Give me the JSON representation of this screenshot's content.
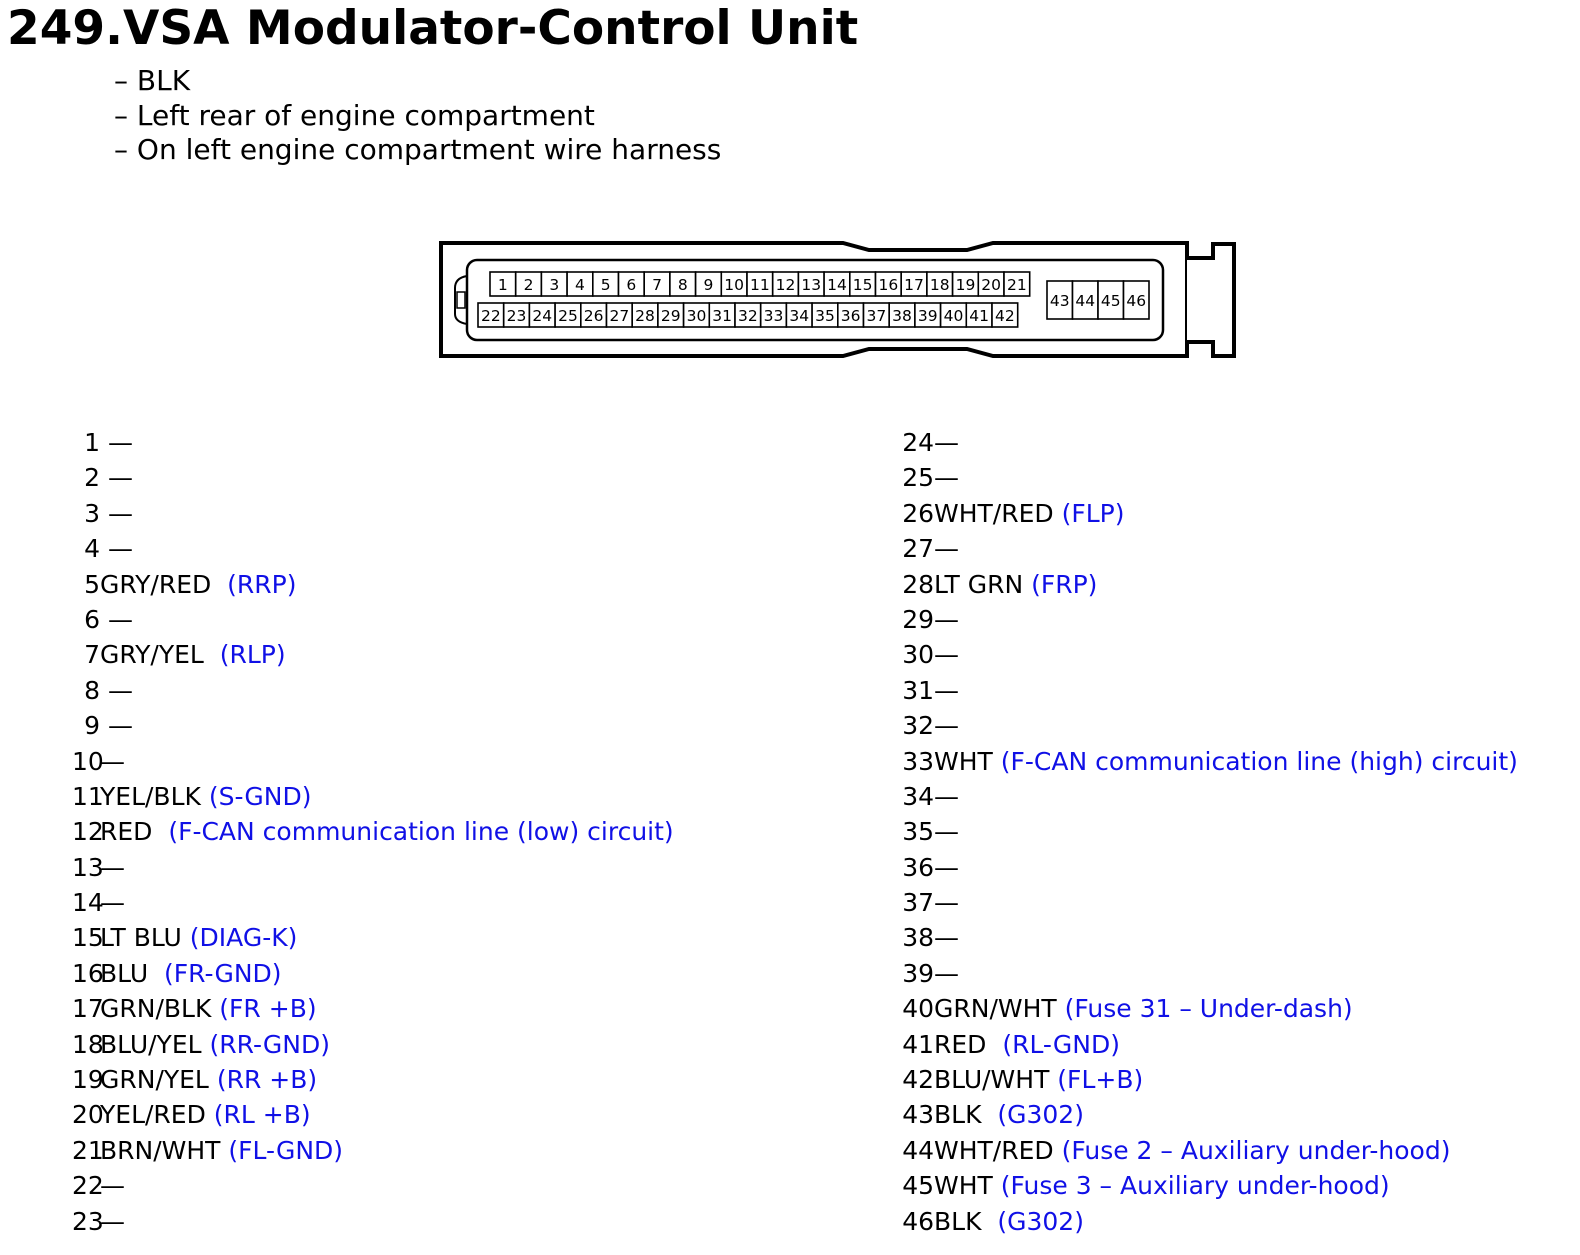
{
  "title": "249.VSA Modulator-Control Unit",
  "info": [
    "– BLK",
    "– Left rear of engine compartment",
    "– On left engine compartment wire harness"
  ],
  "colors": {
    "text": "#000000",
    "description": "#1010e6"
  },
  "connector": {
    "top_row": [
      "1",
      "2",
      "3",
      "4",
      "5",
      "6",
      "7",
      "8",
      "9",
      "10",
      "11",
      "12",
      "13",
      "14",
      "15",
      "16",
      "17",
      "18",
      "19",
      "20",
      "21"
    ],
    "bottom_row": [
      "22",
      "23",
      "24",
      "25",
      "26",
      "27",
      "28",
      "29",
      "30",
      "31",
      "32",
      "33",
      "34",
      "35",
      "36",
      "37",
      "38",
      "39",
      "40",
      "41",
      "42"
    ],
    "side_block": [
      "43",
      "44",
      "45",
      "46"
    ]
  },
  "pins_left": [
    {
      "num": "1",
      "wire": " —",
      "desc": ""
    },
    {
      "num": "2",
      "wire": " —",
      "desc": ""
    },
    {
      "num": "3",
      "wire": " —",
      "desc": ""
    },
    {
      "num": "4",
      "wire": " —",
      "desc": ""
    },
    {
      "num": "5",
      "wire": "GRY/RED ",
      "desc": " (RRP)"
    },
    {
      "num": "6",
      "wire": " —",
      "desc": ""
    },
    {
      "num": "7",
      "wire": "GRY/YEL ",
      "desc": " (RLP)"
    },
    {
      "num": "8",
      "wire": " —",
      "desc": ""
    },
    {
      "num": "9",
      "wire": " —",
      "desc": ""
    },
    {
      "num": "10",
      "wire": "—",
      "desc": ""
    },
    {
      "num": "11",
      "wire": "YEL/BLK",
      "desc": " (S-GND)"
    },
    {
      "num": "12",
      "wire": "RED ",
      "desc": " (F-CAN communication line (low) circuit)"
    },
    {
      "num": "13",
      "wire": "—",
      "desc": ""
    },
    {
      "num": "14",
      "wire": "—",
      "desc": ""
    },
    {
      "num": "15",
      "wire": "LT BLU",
      "desc": " (DIAG-K)"
    },
    {
      "num": "16",
      "wire": "BLU ",
      "desc": " (FR-GND)"
    },
    {
      "num": "17",
      "wire": "GRN/BLK",
      "desc": " (FR +B)"
    },
    {
      "num": "18",
      "wire": "BLU/YEL",
      "desc": " (RR-GND)"
    },
    {
      "num": "19",
      "wire": "GRN/YEL",
      "desc": " (RR +B)"
    },
    {
      "num": "20",
      "wire": "YEL/RED",
      "desc": " (RL +B)"
    },
    {
      "num": "21",
      "wire": "BRN/WHT",
      "desc": " (FL-GND)"
    },
    {
      "num": "22",
      "wire": "—",
      "desc": ""
    },
    {
      "num": "23",
      "wire": "—",
      "desc": ""
    }
  ],
  "pins_right": [
    {
      "num": "24",
      "wire": "—",
      "desc": ""
    },
    {
      "num": "25",
      "wire": "—",
      "desc": ""
    },
    {
      "num": "26",
      "wire": "WHT/RED",
      "desc": " (FLP)"
    },
    {
      "num": "27",
      "wire": "—",
      "desc": ""
    },
    {
      "num": "28",
      "wire": "LT GRN",
      "desc": " (FRP)"
    },
    {
      "num": "29",
      "wire": "—",
      "desc": ""
    },
    {
      "num": "30",
      "wire": "—",
      "desc": ""
    },
    {
      "num": "31",
      "wire": "—",
      "desc": ""
    },
    {
      "num": "32",
      "wire": "—",
      "desc": ""
    },
    {
      "num": "33",
      "wire": "WHT",
      "desc": " (F-CAN communication line (high) circuit)"
    },
    {
      "num": "34",
      "wire": "—",
      "desc": ""
    },
    {
      "num": "35",
      "wire": "—",
      "desc": ""
    },
    {
      "num": "36",
      "wire": "—",
      "desc": ""
    },
    {
      "num": "37",
      "wire": "—",
      "desc": ""
    },
    {
      "num": "38",
      "wire": "—",
      "desc": ""
    },
    {
      "num": "39",
      "wire": "—",
      "desc": ""
    },
    {
      "num": "40",
      "wire": "GRN/WHT",
      "desc": " (Fuse 31 – Under-dash)"
    },
    {
      "num": "41",
      "wire": "RED ",
      "desc": " (RL-GND)"
    },
    {
      "num": "42",
      "wire": "BLU/WHT",
      "desc": " (FL+B)"
    },
    {
      "num": "43",
      "wire": "BLK ",
      "desc": " (G302)"
    },
    {
      "num": "44",
      "wire": "WHT/RED",
      "desc": " (Fuse 2 – Auxiliary under-hood)"
    },
    {
      "num": "45",
      "wire": "WHT",
      "desc": " (Fuse 3 – Auxiliary under-hood)"
    },
    {
      "num": "46",
      "wire": "BLK ",
      "desc": " (G302)"
    }
  ]
}
